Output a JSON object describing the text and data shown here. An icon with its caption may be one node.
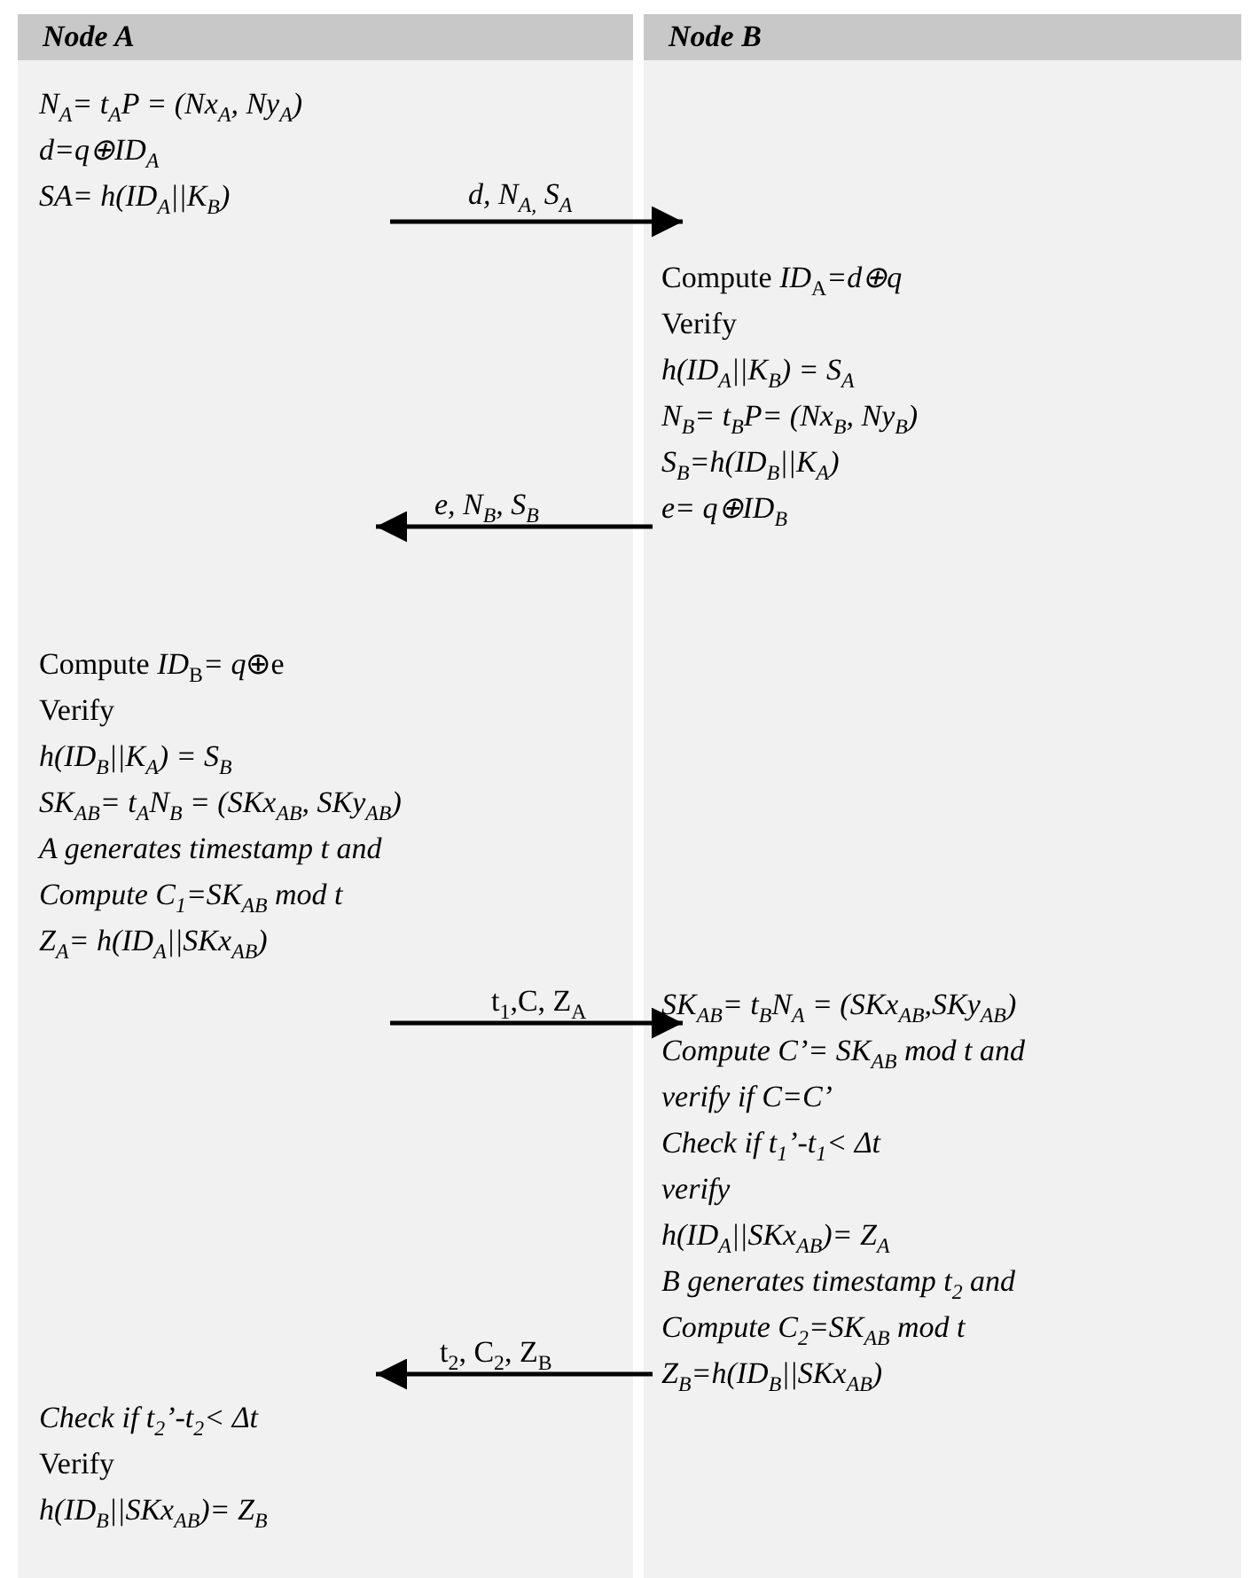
{
  "diagram": {
    "nodes": [
      {
        "text": [
          "Node A"
        ]
      },
      {
        "text": [
          "Node B"
        ]
      },
      {
        "text": [
          "N$_{A}$= t$_{A}$P = (Nx$_{A}$, Ny$_{A}$)",
          "d=q⊕ID$_{A}$",
          "SA= h(ID$_{A}$||K$_{B}$)"
        ],
        "in": 0
      },
      {
        "text": [
          "Compute *ID*$_{A}$*=d⊕q*",
          "Verify",
          "h(ID$_{A}$||K$_{B}$) = S$_{A}$",
          "N$_{B}$= t$_{B}$P= (Nx$_{B}$, Ny$_{B}$)",
          "S$_{B}$=h(ID$_{B}$||K$_{A}$)",
          "e= q⊕ID$_{B}$"
        ],
        "in": 1
      },
      {
        "text": [
          "Compute *ID*$_{B}$*= q*⊕e",
          "Verify",
          "h(ID$_{B}$||K$_{A}$) = S$_{B}$",
          "SK$_{AB}$= t$_{A}$N$_{B}$ = (SKx$_{AB}$, SKy$_{AB}$)",
          "A generates timestamp t and",
          "Compute C$_{1}$=SK$_{AB}$ mod t",
          "Z$_{A}$= h(ID$_{A}$||SKx$_{AB}$)"
        ],
        "in": 0
      },
      {
        "text": [
          "SK$_{AB}$= t$_{B}$N$_{A}$ = (SKx$_{AB}$,SKy$_{AB}$)",
          "Compute C’= SK$_{AB}$ mod t and",
          "verify if C=C’",
          "Check if t$_{1}$’-t$_{1}$< Δt",
          "verify",
          "h(ID$_{A}$||SKx$_{AB}$)= Z$_{A}$",
          "B generates timestamp t$_{2}$ and",
          "Compute C$_{2}$=SK$_{AB}$ mod t",
          "Z$_{B}$=h(ID$_{B}$||SKx$_{AB}$)"
        ],
        "in": 1
      },
      {
        "text": [
          "Check if t$_{2}$’-t$_{2}$< Δt",
          "Verify",
          "h(ID$_{B}$||SKx$_{AB}$)= Z$_{B}$"
        ],
        "in": 0
      }
    ],
    "edges": [
      {
        "from": 2,
        "to": 3,
        "arrow": "to",
        "label": "d, N$_{A,}$ S$_{A}$"
      },
      {
        "from": 3,
        "to": 4,
        "arrow": "to",
        "label": "e, N$_{B}$, S$_{B}$"
      },
      {
        "from": 4,
        "to": 5,
        "arrow": "to",
        "label": "t$_{1}$,C, Z$_{A}$"
      },
      {
        "from": 5,
        "to": 6,
        "arrow": "to",
        "label": "t$_{2}$, C$_{2}$, Z$_{B}$"
      }
    ]
  }
}
